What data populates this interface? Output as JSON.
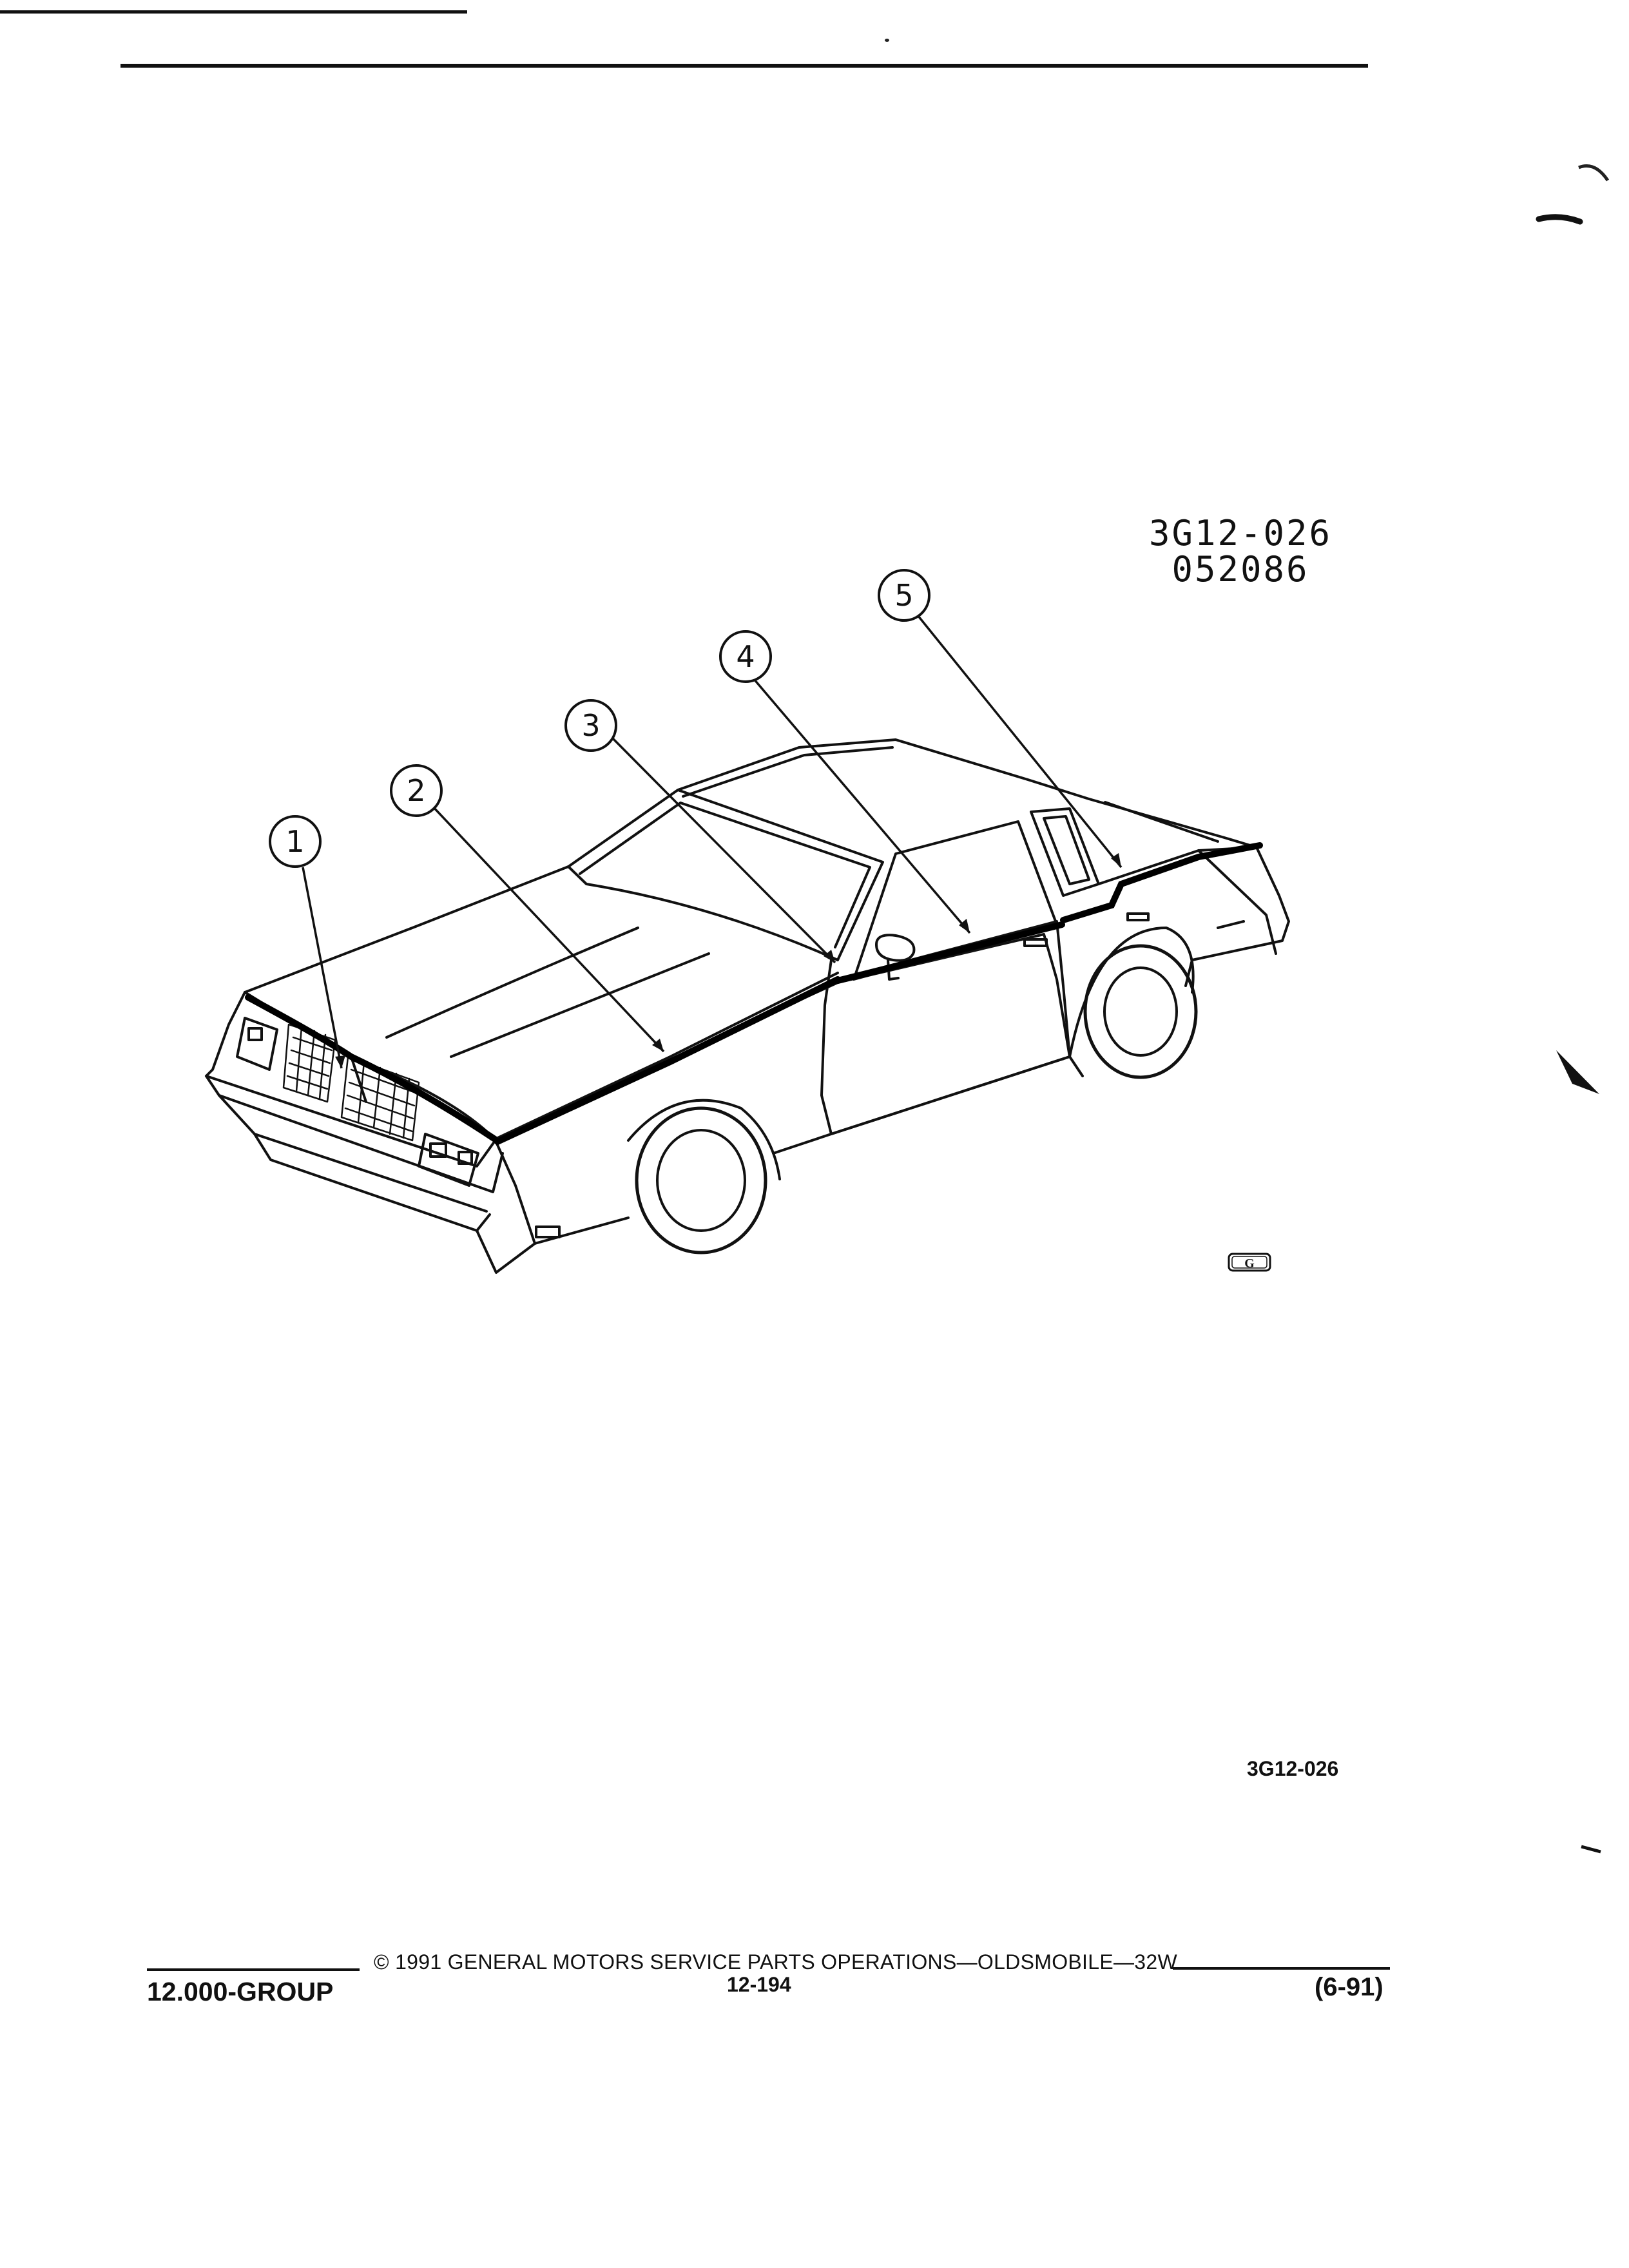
{
  "figure": {
    "code_line1": "3G12-026",
    "code_line2": "052086",
    "callouts": [
      "1",
      "2",
      "3",
      "4",
      "5"
    ],
    "caption_id": "3G12-026"
  },
  "logo": {
    "name": "gm-g-logo",
    "text": "G"
  },
  "footer": {
    "copyright": "© 1991 GENERAL MOTORS SERVICE PARTS OPERATIONS—OLDSMOBILE—32W",
    "group": "12.000-GROUP",
    "page_number": "12-194",
    "revision": "(6-91)"
  }
}
